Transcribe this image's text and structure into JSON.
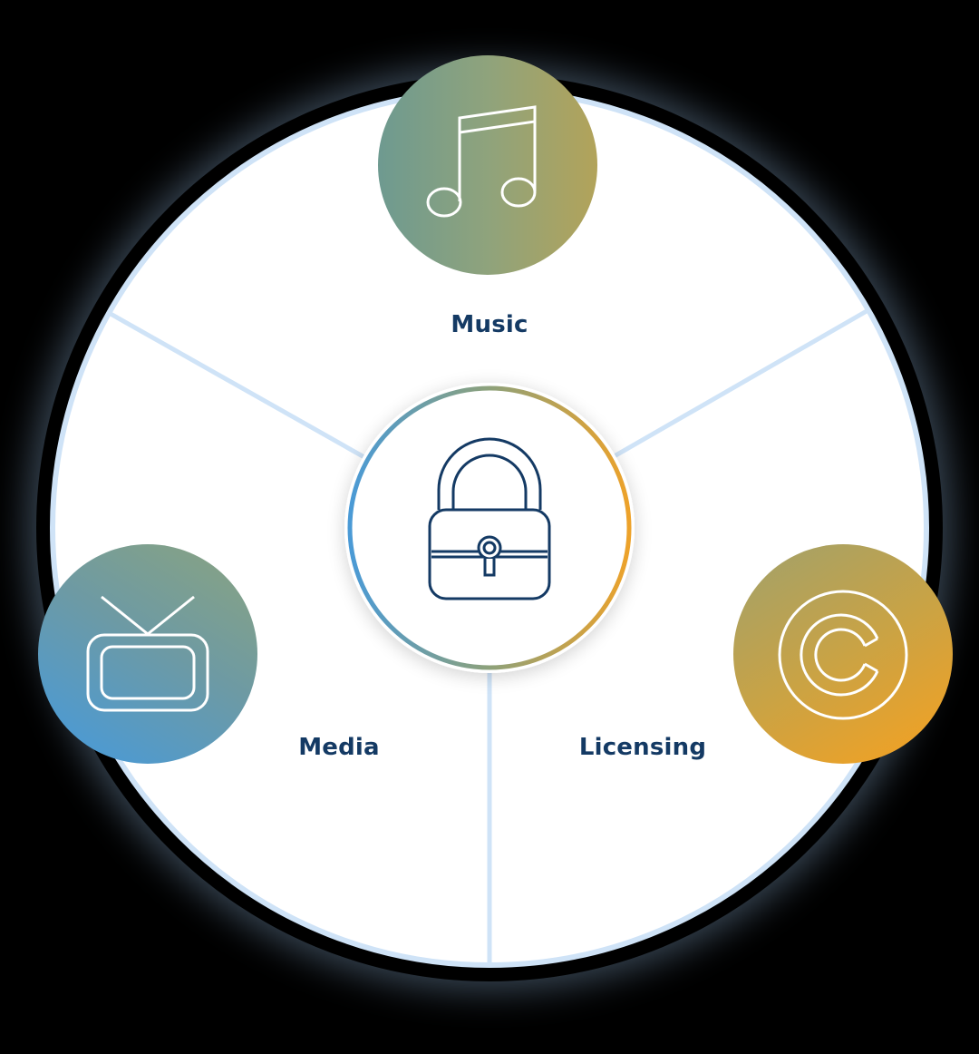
{
  "diagram": {
    "segments": [
      {
        "id": "music",
        "label": "Music",
        "icon": "music-note-icon"
      },
      {
        "id": "media",
        "label": "Media",
        "icon": "television-icon"
      },
      {
        "id": "licensing",
        "label": "Licensing",
        "icon": "copyright-icon"
      }
    ],
    "center_icon": "padlock-icon"
  },
  "colors": {
    "background": "#000000",
    "disc": "#ffffff",
    "disc_outline": "#cfe3f7",
    "divider": "#cfe3f7",
    "label_text": "#143a64",
    "icon_stroke_dark": "#143a64",
    "gradient_blue": "#4a9ad6",
    "gradient_olive": "#8da17a",
    "gradient_orange": "#eda22a"
  }
}
